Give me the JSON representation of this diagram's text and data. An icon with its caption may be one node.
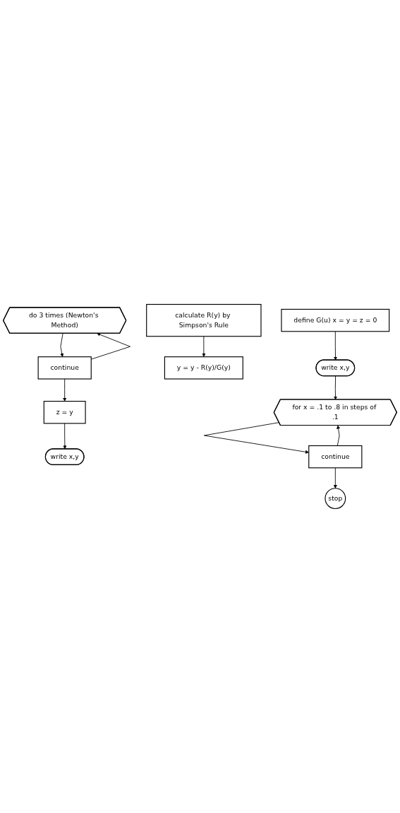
{
  "diagram": {
    "nodes": [
      {
        "text": [
          "define G(u) x = y = z = 0"
        ]
      },
      {
        "text": [
          "write x,y"
        ]
      },
      {
        "text": [
          "for x = .1 to .8 in steps of .1"
        ]
      },
      {
        "text": [
          "do 3 times (Newton's Method)"
        ]
      },
      {
        "text": [
          "calculate R(y) by Simpson's Rule"
        ]
      },
      {
        "text": [
          "y = y - R(y)/G(y)"
        ]
      },
      {
        "text": [
          "continue"
        ]
      },
      {
        "text": [
          "z = y"
        ]
      },
      {
        "text": [
          "write x,y"
        ]
      },
      {
        "text": [
          "continue"
        ]
      },
      {
        "text": [
          "stop"
        ]
      }
    ],
    "edges": [
      {
        "from": 0,
        "to": 1,
        "arrow": "to"
      },
      {
        "from": 1,
        "to": 2,
        "arrow": "to"
      },
      {
        "from": 2,
        "to": 9,
        "arrow": "to"
      },
      {
        "from": 9,
        "to": 2,
        "arrow": "to"
      },
      {
        "from": 3,
        "to": 6,
        "arrow": "to"
      },
      {
        "from": 6,
        "to": 3,
        "arrow": "to"
      },
      {
        "from": 4,
        "to": 5,
        "arrow": "to"
      },
      {
        "from": 6,
        "to": 7,
        "arrow": "to"
      },
      {
        "from": 7,
        "to": 8,
        "arrow": "to"
      },
      {
        "from": 9,
        "to": 10,
        "arrow": "to"
      }
    ]
  }
}
